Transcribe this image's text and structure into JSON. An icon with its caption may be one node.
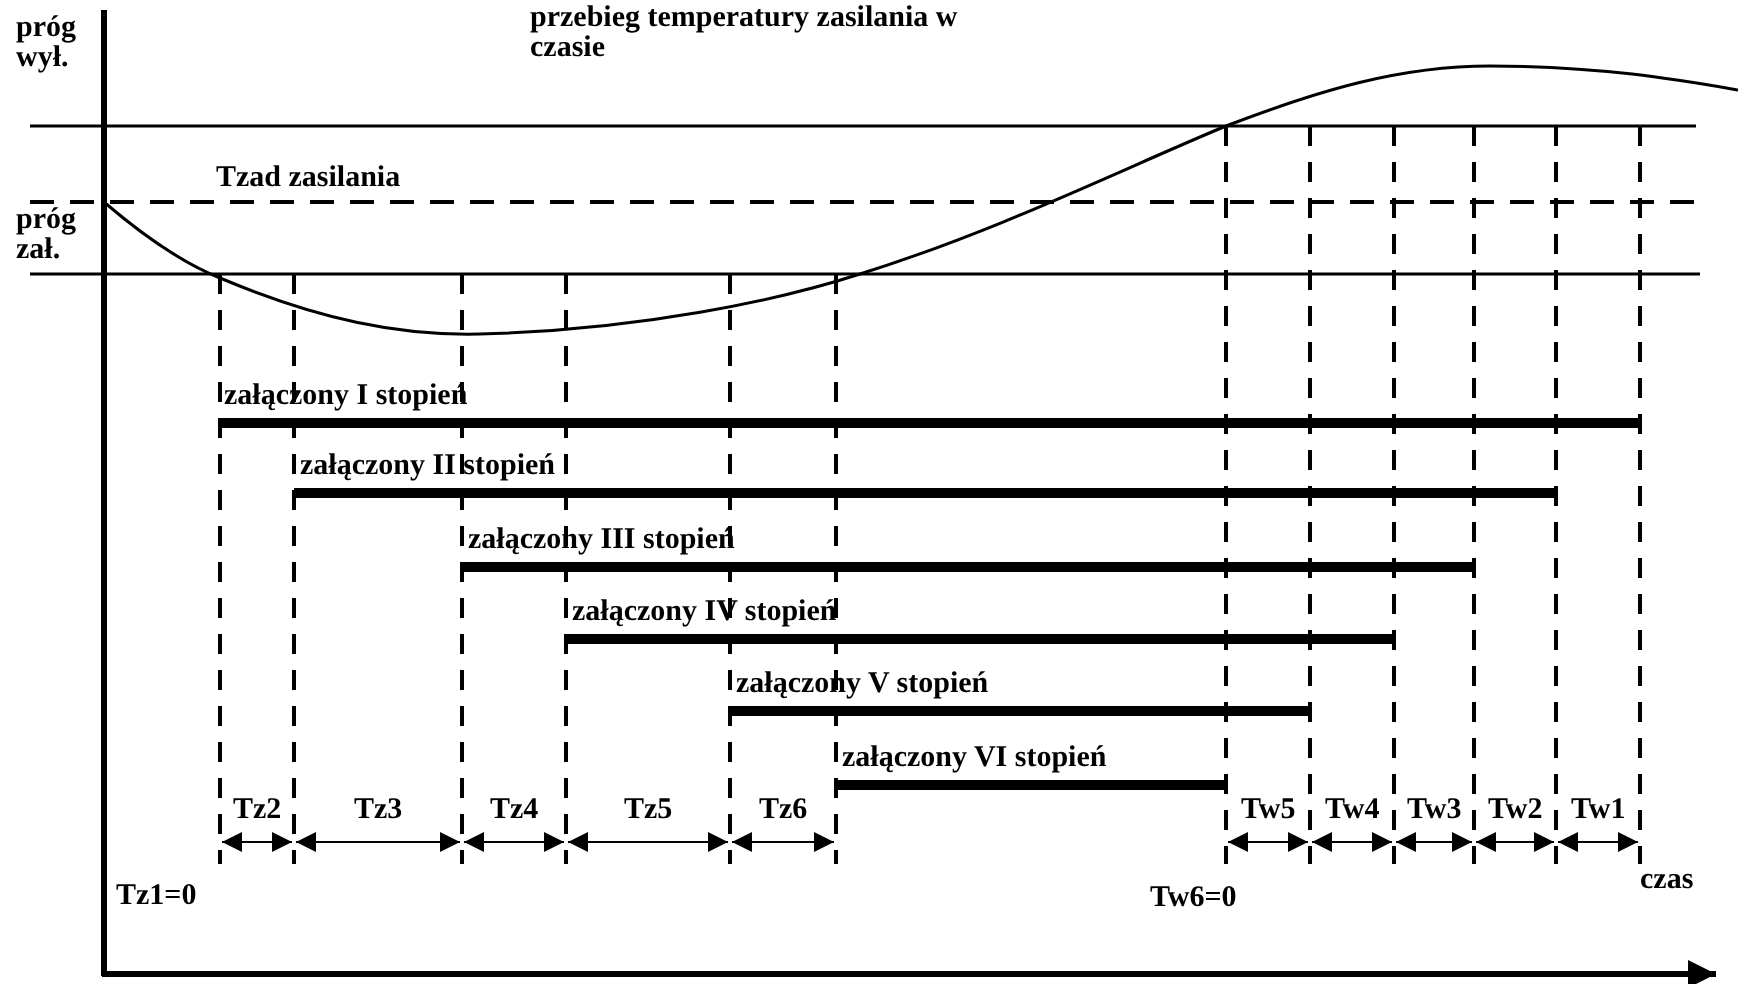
{
  "diagram": {
    "labels": [
      "próg wył.",
      "przebieg temperatury zasilania w czasie",
      "Tzad zasilania",
      "próg zał.",
      "załączony I stopień",
      "załączony II stopień",
      "załączony III stopień",
      "załączony IV stopień",
      "załączony V stopień",
      "załączony VI stopień",
      "Tz2",
      "Tz3",
      "Tz4",
      "Tz5",
      "Tz6",
      "Tw5",
      "Tw4",
      "Tw3",
      "Tw2",
      "Tw1",
      "Tz1=0",
      "Tw6=0",
      "czas"
    ]
  }
}
